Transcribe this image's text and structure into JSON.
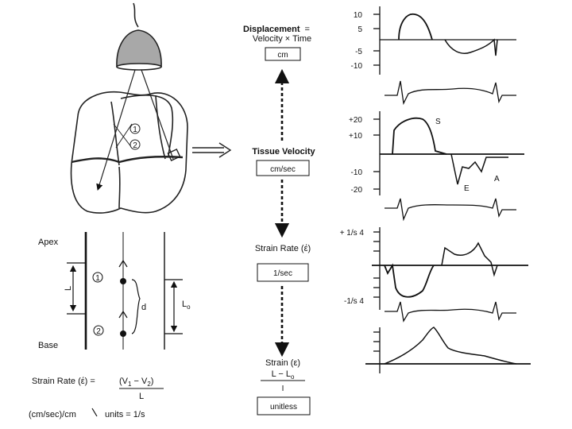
{
  "center": {
    "displacement_title": "Displacement",
    "displacement_eq": "=",
    "displacement_formula": "Velocity × Time",
    "displacement_unit": "cm",
    "velocity_title": "Tissue Velocity",
    "velocity_unit": "cm/sec",
    "strain_rate_title": "Strain Rate (έ)",
    "strain_rate_unit": "1/sec",
    "strain_title": "Strain (ε)",
    "strain_num": "L − L",
    "strain_num_sub": "o",
    "strain_den": "I",
    "strain_unit": "unitless"
  },
  "heart": {
    "marker_1": "1",
    "marker_2": "2"
  },
  "segment": {
    "apex": "Apex",
    "base": "Base",
    "L": "L",
    "Lo": "L",
    "Lo_sub": "o",
    "d": "d",
    "marker_1": "1",
    "marker_2": "2"
  },
  "formula": {
    "lhs": "Strain Rate (έ) =",
    "num": "(V",
    "num_sub1": "1",
    "num_mid": " − V",
    "num_sub2": "2",
    "num_end": ")",
    "den": "L",
    "units_left": "(cm/sec)/cm",
    "units_right": "units = 1/s"
  },
  "right_panels": {
    "disp_ticks": [
      "10",
      "5",
      "-5",
      "-10"
    ],
    "vel_ticks": [
      "+20",
      "+10",
      "-10",
      "-20"
    ],
    "vel_S": "S",
    "vel_E": "E",
    "vel_A": "A",
    "sr_ticks": [
      "+ 1/s 4",
      "-1/s 4"
    ]
  }
}
